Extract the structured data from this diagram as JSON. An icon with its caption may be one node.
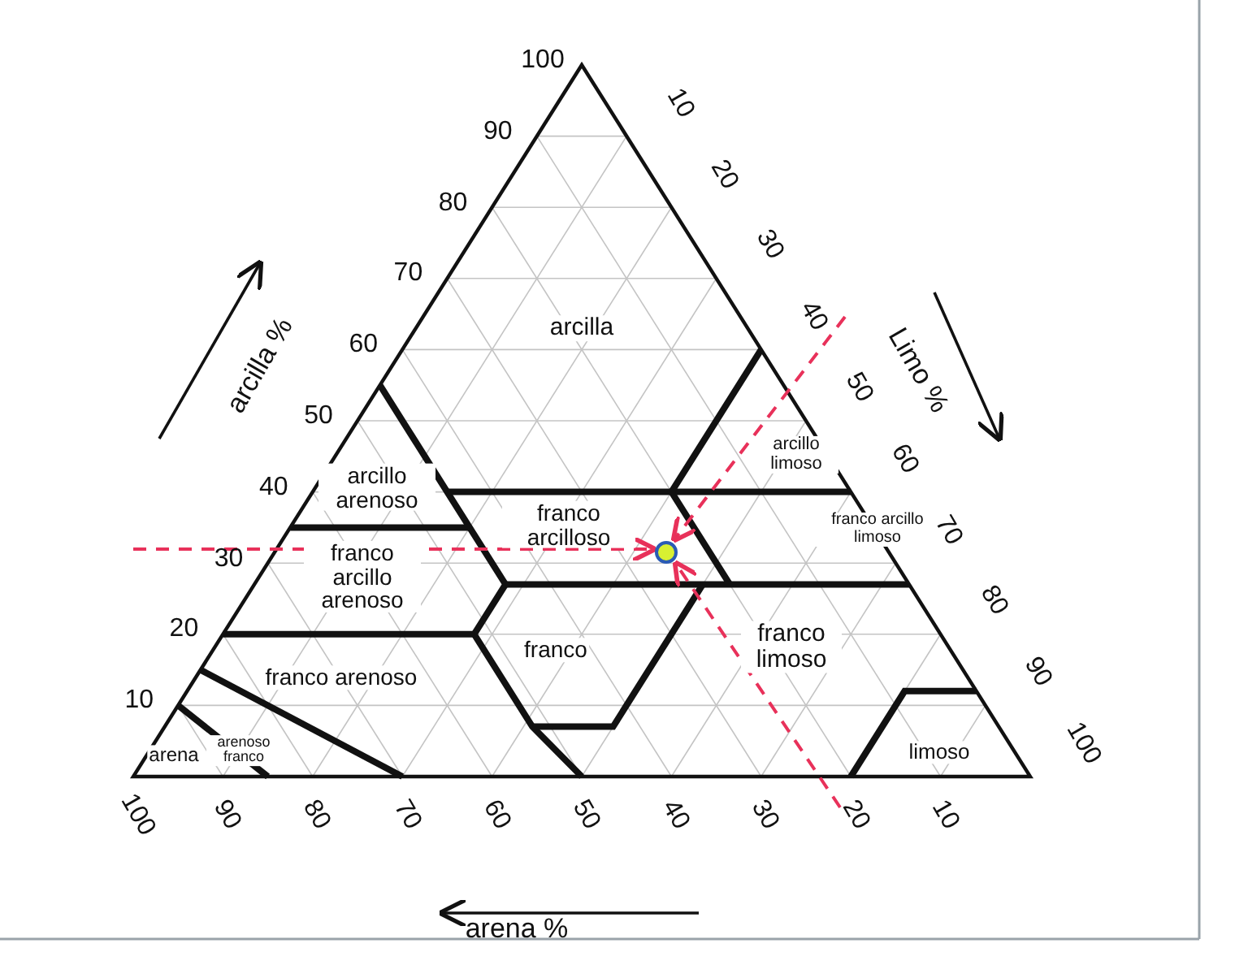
{
  "diagram": {
    "labels": [
      "100",
      "10",
      "90",
      "20",
      "80",
      "30",
      "70",
      "arcilla",
      "arcilla %",
      "Limo %",
      "60",
      "40",
      "50",
      "50",
      "arcillo limoso",
      "60",
      "40",
      "arcillo arenoso",
      "franco arcilloso",
      "franco arcillo limoso",
      "70",
      "franco arcillo arenoso",
      "30",
      "80",
      "20",
      "franco arenoso",
      "franco",
      "franco limoso",
      "90",
      "10",
      "arena",
      "arenoso franco",
      "limoso",
      "100",
      "100",
      "90",
      "80",
      "70",
      "60",
      "50",
      "40",
      "30",
      "20",
      "10",
      "arena %"
    ]
  }
}
